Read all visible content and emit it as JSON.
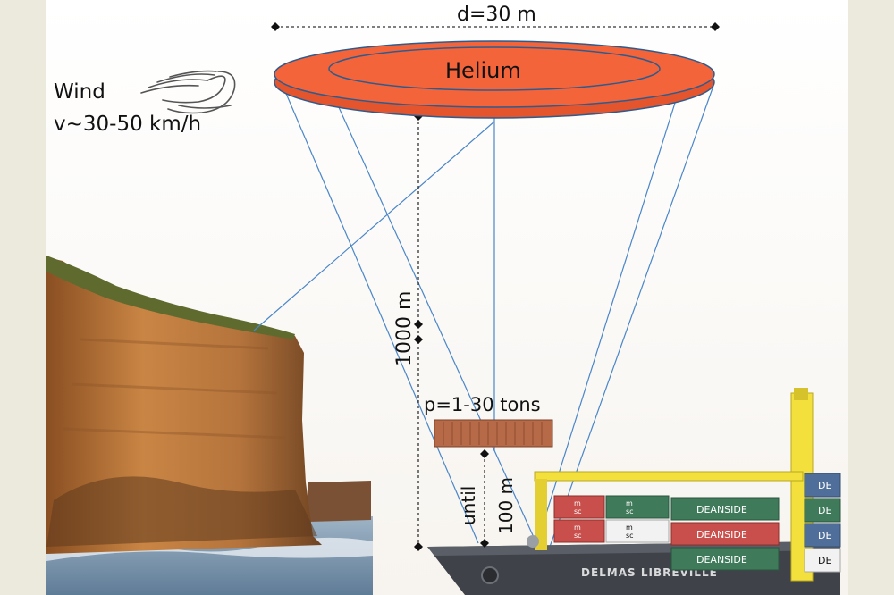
{
  "labels": {
    "diameter": "d=30 m",
    "gas": "Helium",
    "wind_title": "Wind",
    "wind_speed": "v~30-50 km/h",
    "altitude": "1000 m",
    "payload": "p=1-30 tons",
    "until": "until",
    "hover": "100 m",
    "ship_name": "DELMAS LIBREVILLE"
  },
  "containers": {
    "brand_a": "m",
    "brand_a2": "sc",
    "brand_b": "DEANSIDE",
    "brand_c": "DE"
  },
  "colors": {
    "balloon": "#f4643b",
    "balloon_edge": "#2f5b8c",
    "tether": "#4a86c8",
    "cliff": "#b8733a",
    "sea": "#7f97ad",
    "hull": "#3f4248",
    "crane": "#f3e03c",
    "container_red": "#c84f4b",
    "container_green": "#3f7a5a",
    "container_blue": "#4f6f9a",
    "payload": "#b66a48"
  },
  "icons": {
    "wind": "wind-swirl-icon"
  }
}
